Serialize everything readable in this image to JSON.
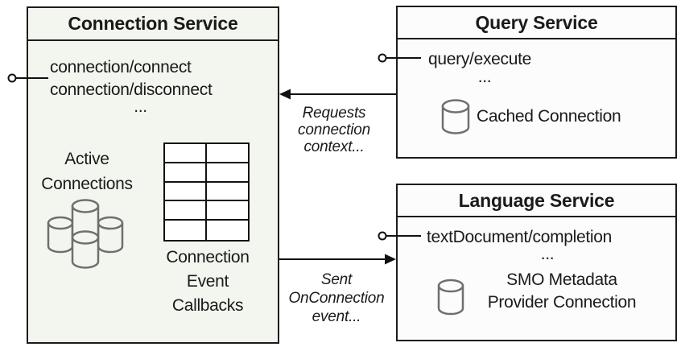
{
  "connection_service": {
    "title": "Connection Service",
    "method_1": "connection/connect",
    "method_2": "connection/disconnect",
    "ellipsis": "...",
    "active_connections_label": "Active\nConnections",
    "callbacks_label": "Connection\nEvent\nCallbacks"
  },
  "query_service": {
    "title": "Query Service",
    "method_1": "query/execute",
    "ellipsis": "...",
    "cached_connection_label": "Cached Connection"
  },
  "language_service": {
    "title": "Language Service",
    "method_1": "textDocument/completion",
    "ellipsis": "...",
    "smo_label": "SMO Metadata\nProvider Connection"
  },
  "edges": {
    "requests_label": "Requests\nconnection\ncontext...",
    "sent_label": "Sent\nOnConnection\nevent..."
  },
  "colors": {
    "connection_box_fill": "#f3f6ee",
    "service_box_fill": "#fcfcfd",
    "border": "#1c1c1c",
    "cylinder_stroke": "#6f6f6f",
    "text": "#1a1a1a"
  }
}
